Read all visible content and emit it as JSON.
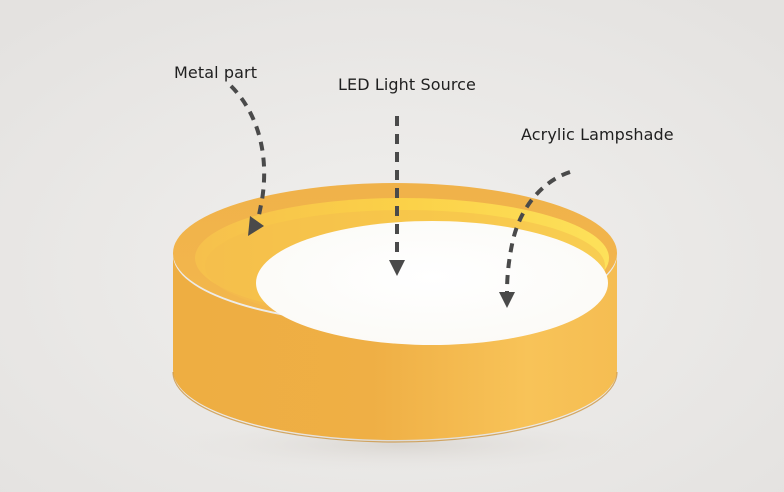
{
  "image": {
    "subject": "yellow round ceiling lamp",
    "background_color": "#ebe9e7",
    "body_color": "#f2b448",
    "inner_rim_color": "#f7c64a",
    "diffuser_color": "#fdfdfb",
    "arrow_color": "#4a4a4a"
  },
  "annotations": [
    {
      "id": "metal-part",
      "label": "Metal part",
      "icon": "dashed-arrow-icon"
    },
    {
      "id": "led-light-source",
      "label": "LED Light Source",
      "icon": "dashed-arrow-icon"
    },
    {
      "id": "acrylic-lampshade",
      "label": "Acrylic Lampshade",
      "icon": "dashed-arrow-icon"
    }
  ]
}
